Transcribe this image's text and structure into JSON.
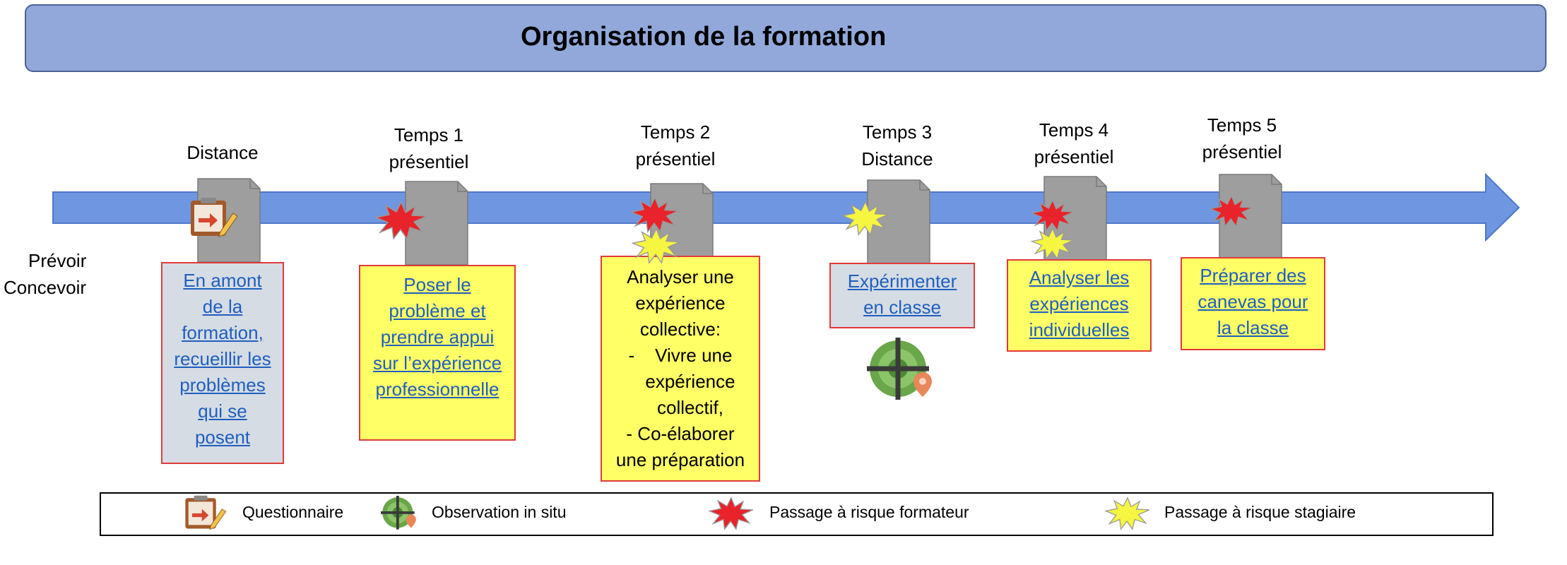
{
  "title": "Organisation de la formation",
  "side_labels": [
    "Prévoir",
    "Concevoir"
  ],
  "phases": [
    {
      "label": [
        "Distance"
      ],
      "box": [
        "En amont",
        "de la",
        "formation,",
        "recueillir les",
        "problèmes",
        "qui se",
        "posent"
      ],
      "box_color": "#d6dce4",
      "linked": true,
      "icons": [
        "questionnaire-icon"
      ]
    },
    {
      "label": [
        "Temps 1",
        "présentiel"
      ],
      "box": [
        "Poser le",
        "problème et",
        "prendre appui",
        "sur l’expérience",
        "professionnelle"
      ],
      "box_color": "#ffff66",
      "linked": true,
      "icons": [
        "risk-trainer-icon"
      ]
    },
    {
      "label": [
        "Temps 2",
        "présentiel"
      ],
      "box": [
        "Analyser une",
        "expérience",
        "collective:",
        "-    Vivre une",
        "expérience",
        "collectif,",
        "- Co-élaborer",
        "une préparation"
      ],
      "box_color": "#ffff66",
      "linked": false,
      "icons": [
        "risk-trainer-icon",
        "risk-trainee-icon"
      ]
    },
    {
      "label": [
        "Temps 3",
        "Distance"
      ],
      "box": [
        "Expérimenter",
        "en classe"
      ],
      "box_color": "#d6dce4",
      "linked": true,
      "icons": [
        "risk-trainee-icon",
        "observation-icon"
      ]
    },
    {
      "label": [
        "Temps 4",
        "présentiel"
      ],
      "box": [
        "Analyser les",
        "expériences",
        "individuelles"
      ],
      "box_color": "#ffff66",
      "linked": true,
      "icons": [
        "risk-trainer-icon",
        "risk-trainee-icon"
      ]
    },
    {
      "label": [
        "Temps 5",
        "présentiel"
      ],
      "box": [
        "Préparer des",
        "canevas pour",
        "la classe"
      ],
      "box_color": "#ffff66",
      "linked": true,
      "icons": [
        "risk-trainer-icon"
      ]
    }
  ],
  "legend": [
    {
      "icon": "questionnaire-icon",
      "label": "Questionnaire"
    },
    {
      "icon": "observation-icon",
      "label": "Observation in situ"
    },
    {
      "icon": "risk-trainer-icon",
      "label": "Passage à risque formateur"
    },
    {
      "icon": "risk-trainee-icon",
      "label": "Passage à risque stagiaire"
    }
  ],
  "colors": {
    "arrow": "#6f96e0",
    "title_bar": "#92a8da",
    "doc": "#9e9e9e",
    "box_border": "#e03a3a",
    "risk_trainer": "#e8232b",
    "risk_trainee": "#f5f542",
    "link": "#1f5fbf"
  }
}
